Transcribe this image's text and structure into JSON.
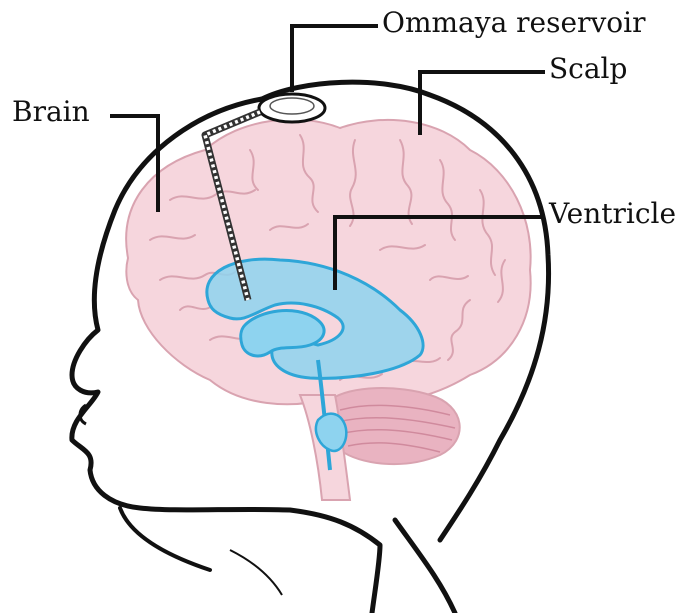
{
  "labels": {
    "ommaya": "Ommaya reservoir",
    "scalp": "Scalp",
    "brain": "Brain",
    "ventricle": "Ventricle"
  },
  "colors": {
    "outline": "#111111",
    "brain_fill": "#f6d6dd",
    "brain_stroke": "#d9a3b0",
    "ventricle_fill": "#8ed3ef",
    "ventricle_stroke": "#2ea6d8",
    "cerebellum": "#e9b3c1"
  }
}
